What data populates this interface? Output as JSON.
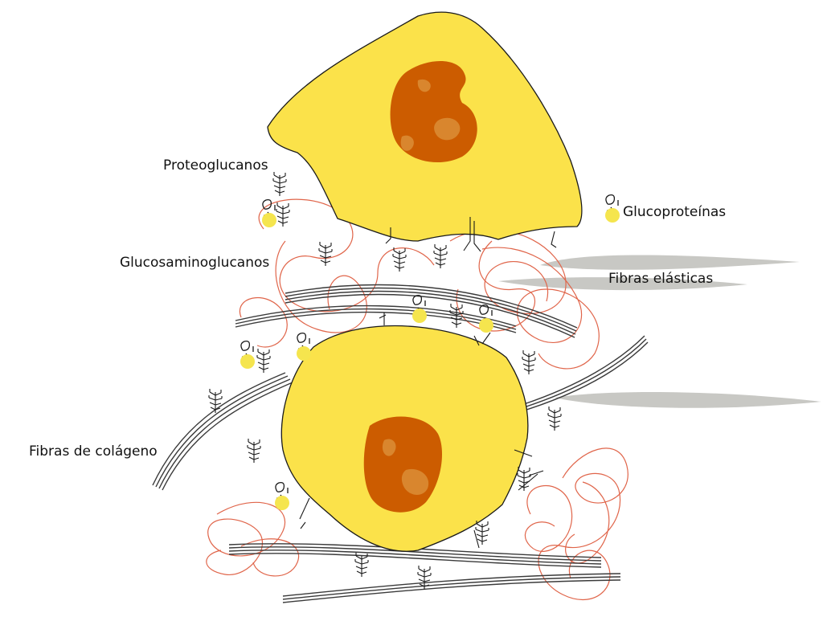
{
  "labels": {
    "proteoglucanos": "Proteoglucanos",
    "glucosaminoglucanos": "Glucosaminoglucanos",
    "glucoproteinas": "Glucoproteínas",
    "fibras_elasticas": "Fibras elásticas",
    "fibras_colageno": "Fibras de colágeno"
  },
  "colors": {
    "cell_fill": "#fbe24a",
    "nucleus": "#cc5c00",
    "nucleolus": "#d9862e",
    "collagen": "#3a3a3a",
    "elastic": "#c8c8c4",
    "reticular": "#e0654a",
    "glycoprotein": "#f5e54e",
    "proteoglycan": "#1a1a1a"
  }
}
